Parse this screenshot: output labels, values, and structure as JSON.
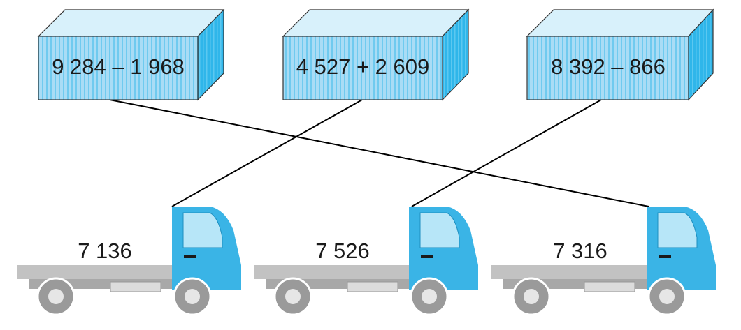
{
  "containers": [
    {
      "expression": "9 284 – 1 968"
    },
    {
      "expression": "4 527 + 2 609"
    },
    {
      "expression": "8 392 – 866"
    }
  ],
  "trucks": [
    {
      "value": "7 136"
    },
    {
      "value": "7 526"
    },
    {
      "value": "7 316"
    }
  ],
  "matches": [
    {
      "container": 0,
      "truck": 2
    },
    {
      "container": 1,
      "truck": 0
    },
    {
      "container": 2,
      "truck": 1
    }
  ],
  "colors": {
    "container_front": "#a9dcf5",
    "container_side": "#2fb6ea",
    "container_top": "#d8f1fb",
    "container_stripe": "#5fc6ee",
    "truck_cab": "#3ab4e6",
    "truck_window": "#b7e6f8",
    "truck_bed": "#bdbdbd",
    "wheel": "#9a9a9a",
    "line": "#000000"
  }
}
